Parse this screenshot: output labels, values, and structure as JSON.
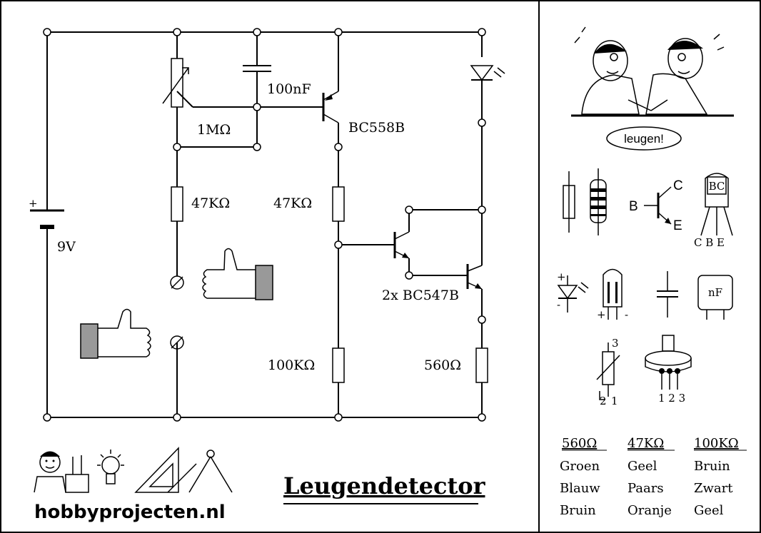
{
  "circuit": {
    "battery_label": "9V",
    "battery_plus": "+",
    "capacitor_label": "100nF",
    "pot_label": "1MΩ",
    "pnp_label": "BC558B",
    "r1_label": "47KΩ",
    "r2_label": "47KΩ",
    "npn_label": "2x BC547B",
    "r3_label": "100KΩ",
    "r4_label": "560Ω"
  },
  "footer": {
    "title": "Leugendetector",
    "site": "hobbyprojecten.nl"
  },
  "legend": {
    "bubble": "leugen!",
    "transistor_pins": {
      "b": "B",
      "c": "C",
      "e": "E"
    },
    "package_label": "BC",
    "package_pins": "C B E",
    "led_plus": "+",
    "led_minus": "-",
    "cap_box_label": "nF",
    "pot_pin1": "1",
    "pot_pin2": "2",
    "pot_pin3": "3",
    "pot_pins_bottom": "1 2 3"
  },
  "color_table": {
    "headers": [
      "560Ω",
      "47KΩ",
      "100KΩ"
    ],
    "rows": [
      [
        "Groen",
        "Geel",
        "Bruin"
      ],
      [
        "Blauw",
        "Paars",
        "Zwart"
      ],
      [
        "Bruin",
        "Oranje",
        "Geel"
      ]
    ]
  }
}
